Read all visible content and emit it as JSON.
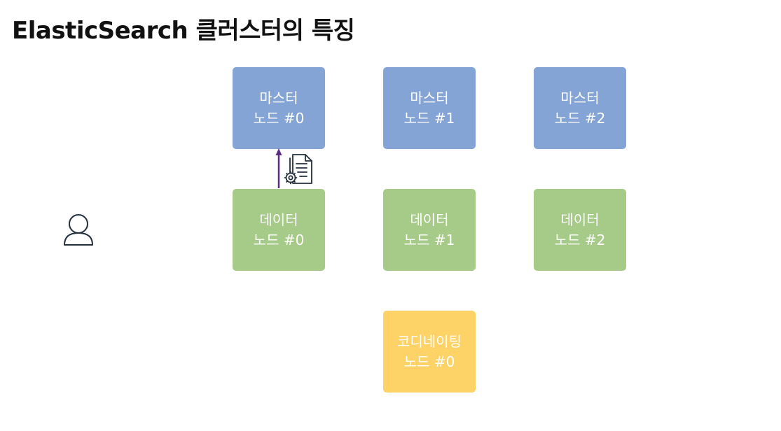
{
  "slide": {
    "title": "ElasticSearch 클러스터의 특징"
  },
  "nodes": {
    "master": [
      {
        "role": "마스터",
        "name": "노드 #0"
      },
      {
        "role": "마스터",
        "name": "노드 #1"
      },
      {
        "role": "마스터",
        "name": "노드 #2"
      }
    ],
    "data": [
      {
        "role": "데이터",
        "name": "노드 #0"
      },
      {
        "role": "데이터",
        "name": "노드 #1"
      },
      {
        "role": "데이터",
        "name": "노드 #2"
      }
    ],
    "coordinating": [
      {
        "role": "코디네이팅",
        "name": "노드 #0"
      }
    ]
  },
  "colors": {
    "master": "#84a4d6",
    "data": "#a6ca87",
    "coordinating": "#fdd367",
    "arrow": "#5b2c83",
    "icon": "#232f3e"
  },
  "icons": {
    "user": "user-icon",
    "document": "document-settings-icon"
  }
}
